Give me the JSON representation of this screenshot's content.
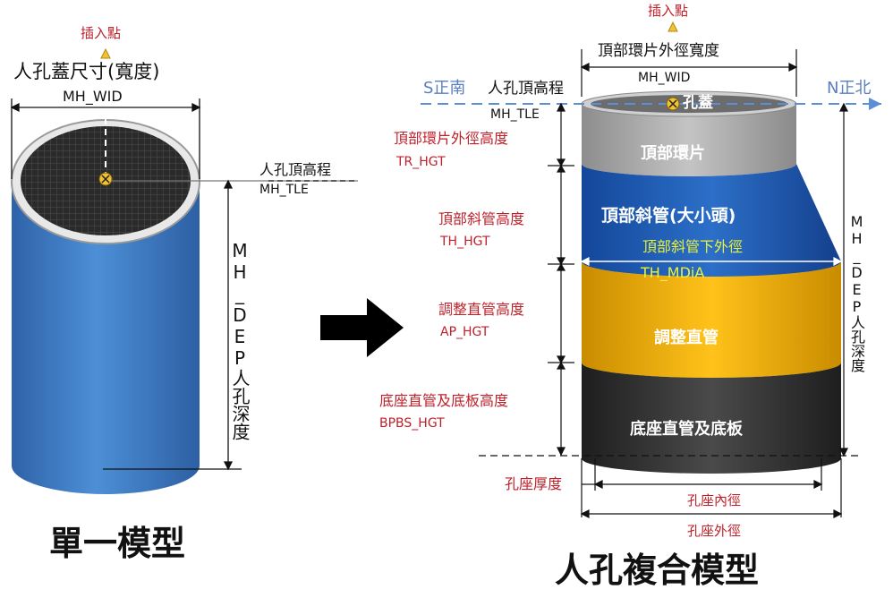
{
  "colors": {
    "red_label": "#c0202a",
    "blue_cylinder": "#3d78c0",
    "gray_ring": "#a9a9a9",
    "blue_taper": "#1f5fb4",
    "yellow_pipe": "#f0b400",
    "dark_base": "#2b2b2b",
    "compass_line": "#5a8fd8",
    "insert_marker": "#f3c230"
  },
  "left": {
    "insert_point": "插入點",
    "width_label": "人孔蓋尺寸(寬度)",
    "width_code": "MH_WID",
    "tle_label": "人孔頂高程",
    "tle_code": "MH_TLE",
    "depth_label": "MH_DEP人孔深度",
    "caption": "單一模型"
  },
  "right": {
    "insert_point": "插入點",
    "ring_width_label": "頂部環片外徑寬度",
    "width_code": "MH_WID",
    "south": "S正南",
    "north": "N正北",
    "tle_label": "人孔頂高程",
    "tle_code": "MH_TLE",
    "cover": "孔蓋",
    "ring_height_label": "頂部環片外徑高度",
    "ring_height_code": "TR_HGT",
    "taper_height_label": "頂部斜管高度",
    "taper_height_code": "TH_HGT",
    "adjust_height_label": "調整直管高度",
    "adjust_height_code": "AP_HGT",
    "base_height_label": "底座直管及底板高度",
    "base_height_code": "BPBS_HGT",
    "ring_name": "頂部環片",
    "taper_name": "頂部斜管(大小頭)",
    "taper_bottom_label": "頂部斜管下外徑",
    "taper_bottom_code": "TH_MDiA",
    "adjust_name": "調整直管",
    "base_name": "底座直管及底板",
    "depth_label": "MH_DEP人孔深度",
    "seat_thickness": "孔座厚度",
    "seat_inner": "孔座內徑",
    "seat_outer": "孔座外徑",
    "caption": "人孔複合模型"
  }
}
